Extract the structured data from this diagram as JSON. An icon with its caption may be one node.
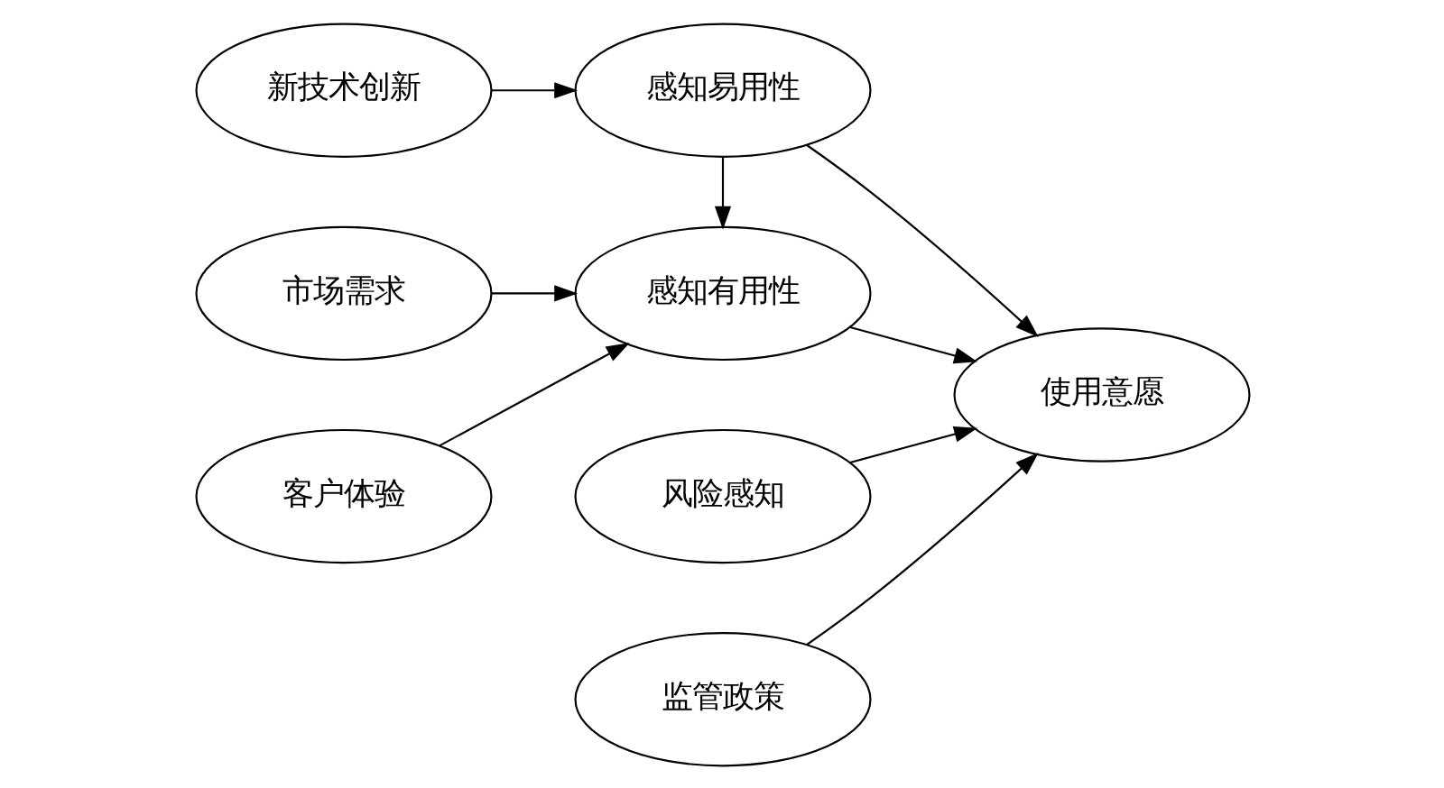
{
  "diagram": {
    "nodes": [
      {
        "text": [
          "市场需求"
        ]
      },
      {
        "text": [
          "客户体验"
        ]
      },
      {
        "text": [
          "新技术创新"
        ]
      },
      {
        "text": [
          "感知有用性"
        ]
      },
      {
        "text": [
          "感知易用性"
        ]
      },
      {
        "text": [
          "风险感知"
        ]
      },
      {
        "text": [
          "使用意愿"
        ]
      },
      {
        "text": [
          "监管政策"
        ]
      }
    ],
    "edges": [
      {
        "from": 0,
        "to": 3,
        "arrow": "to"
      },
      {
        "from": 1,
        "to": 3,
        "arrow": "to"
      },
      {
        "from": 2,
        "to": 4,
        "arrow": "to"
      },
      {
        "from": 4,
        "to": 3,
        "arrow": "to"
      },
      {
        "from": 3,
        "to": 6,
        "arrow": "to"
      },
      {
        "from": 4,
        "to": 6,
        "arrow": "to"
      },
      {
        "from": 5,
        "to": 6,
        "arrow": "to"
      },
      {
        "from": 7,
        "to": 6,
        "arrow": "to"
      }
    ]
  }
}
